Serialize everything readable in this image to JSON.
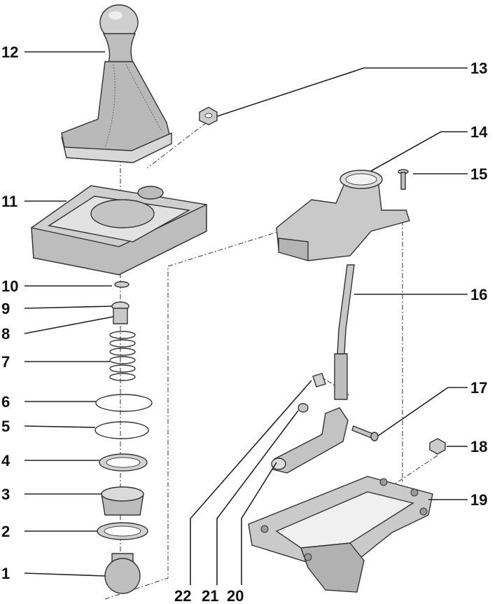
{
  "callouts": [
    {
      "id": "1",
      "label": "1"
    },
    {
      "id": "2",
      "label": "2"
    },
    {
      "id": "3",
      "label": "3"
    },
    {
      "id": "4",
      "label": "4"
    },
    {
      "id": "5",
      "label": "5"
    },
    {
      "id": "6",
      "label": "6"
    },
    {
      "id": "7",
      "label": "7"
    },
    {
      "id": "8",
      "label": "8"
    },
    {
      "id": "9",
      "label": "9"
    },
    {
      "id": "10",
      "label": "10"
    },
    {
      "id": "11",
      "label": "11"
    },
    {
      "id": "12",
      "label": "12"
    },
    {
      "id": "13",
      "label": "13"
    },
    {
      "id": "14",
      "label": "14"
    },
    {
      "id": "15",
      "label": "15"
    },
    {
      "id": "16",
      "label": "16"
    },
    {
      "id": "17",
      "label": "17"
    },
    {
      "id": "18",
      "label": "18"
    },
    {
      "id": "19",
      "label": "19"
    },
    {
      "id": "20",
      "label": "20"
    },
    {
      "id": "21",
      "label": "21"
    },
    {
      "id": "22",
      "label": "22"
    }
  ],
  "colors": {
    "part_fill": "#d4d4d4",
    "part_dark": "#9a9a9a",
    "line": "#222222",
    "background": "#ffffff"
  }
}
